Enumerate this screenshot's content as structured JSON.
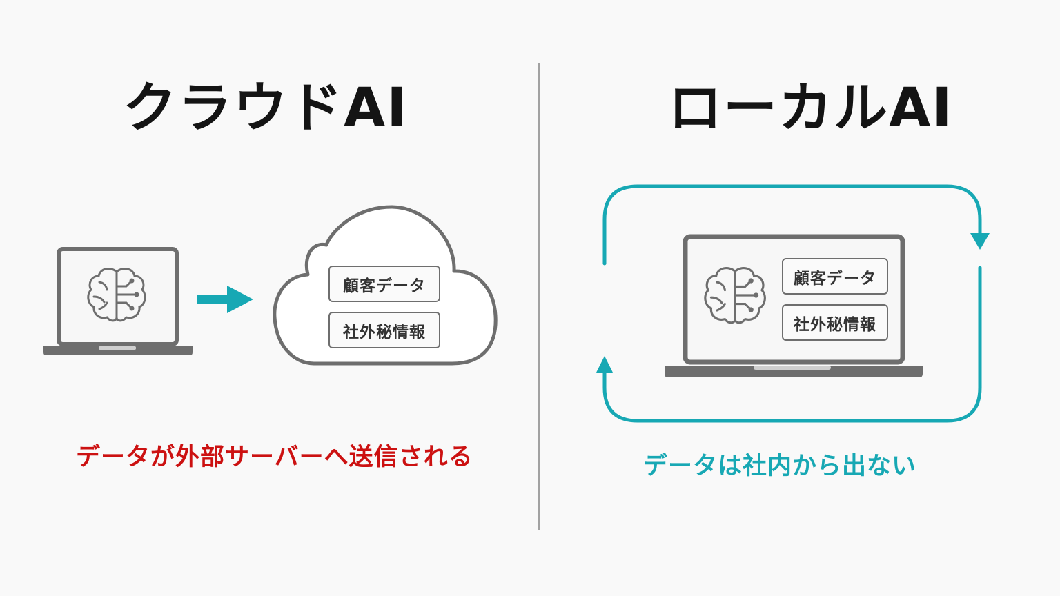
{
  "left": {
    "title": "クラウドAI",
    "cloud_items": [
      "顧客データ",
      "社外秘情報"
    ],
    "caption": "データが外部サーバーへ送信される"
  },
  "right": {
    "title": "ローカルAI",
    "laptop_items": [
      "顧客データ",
      "社外秘情報"
    ],
    "caption": "データは社内から出ない"
  },
  "colors": {
    "accent_teal": "#17a8b4",
    "warning_red": "#cc1111",
    "outline_gray": "#6e6e6e",
    "title_black": "#141414",
    "divider_gray": "#a2a2a2"
  },
  "icons": [
    "laptop-icon",
    "brain-circuit-icon",
    "arrow-right-icon",
    "cloud-icon",
    "cycle-arrows-icon"
  ]
}
